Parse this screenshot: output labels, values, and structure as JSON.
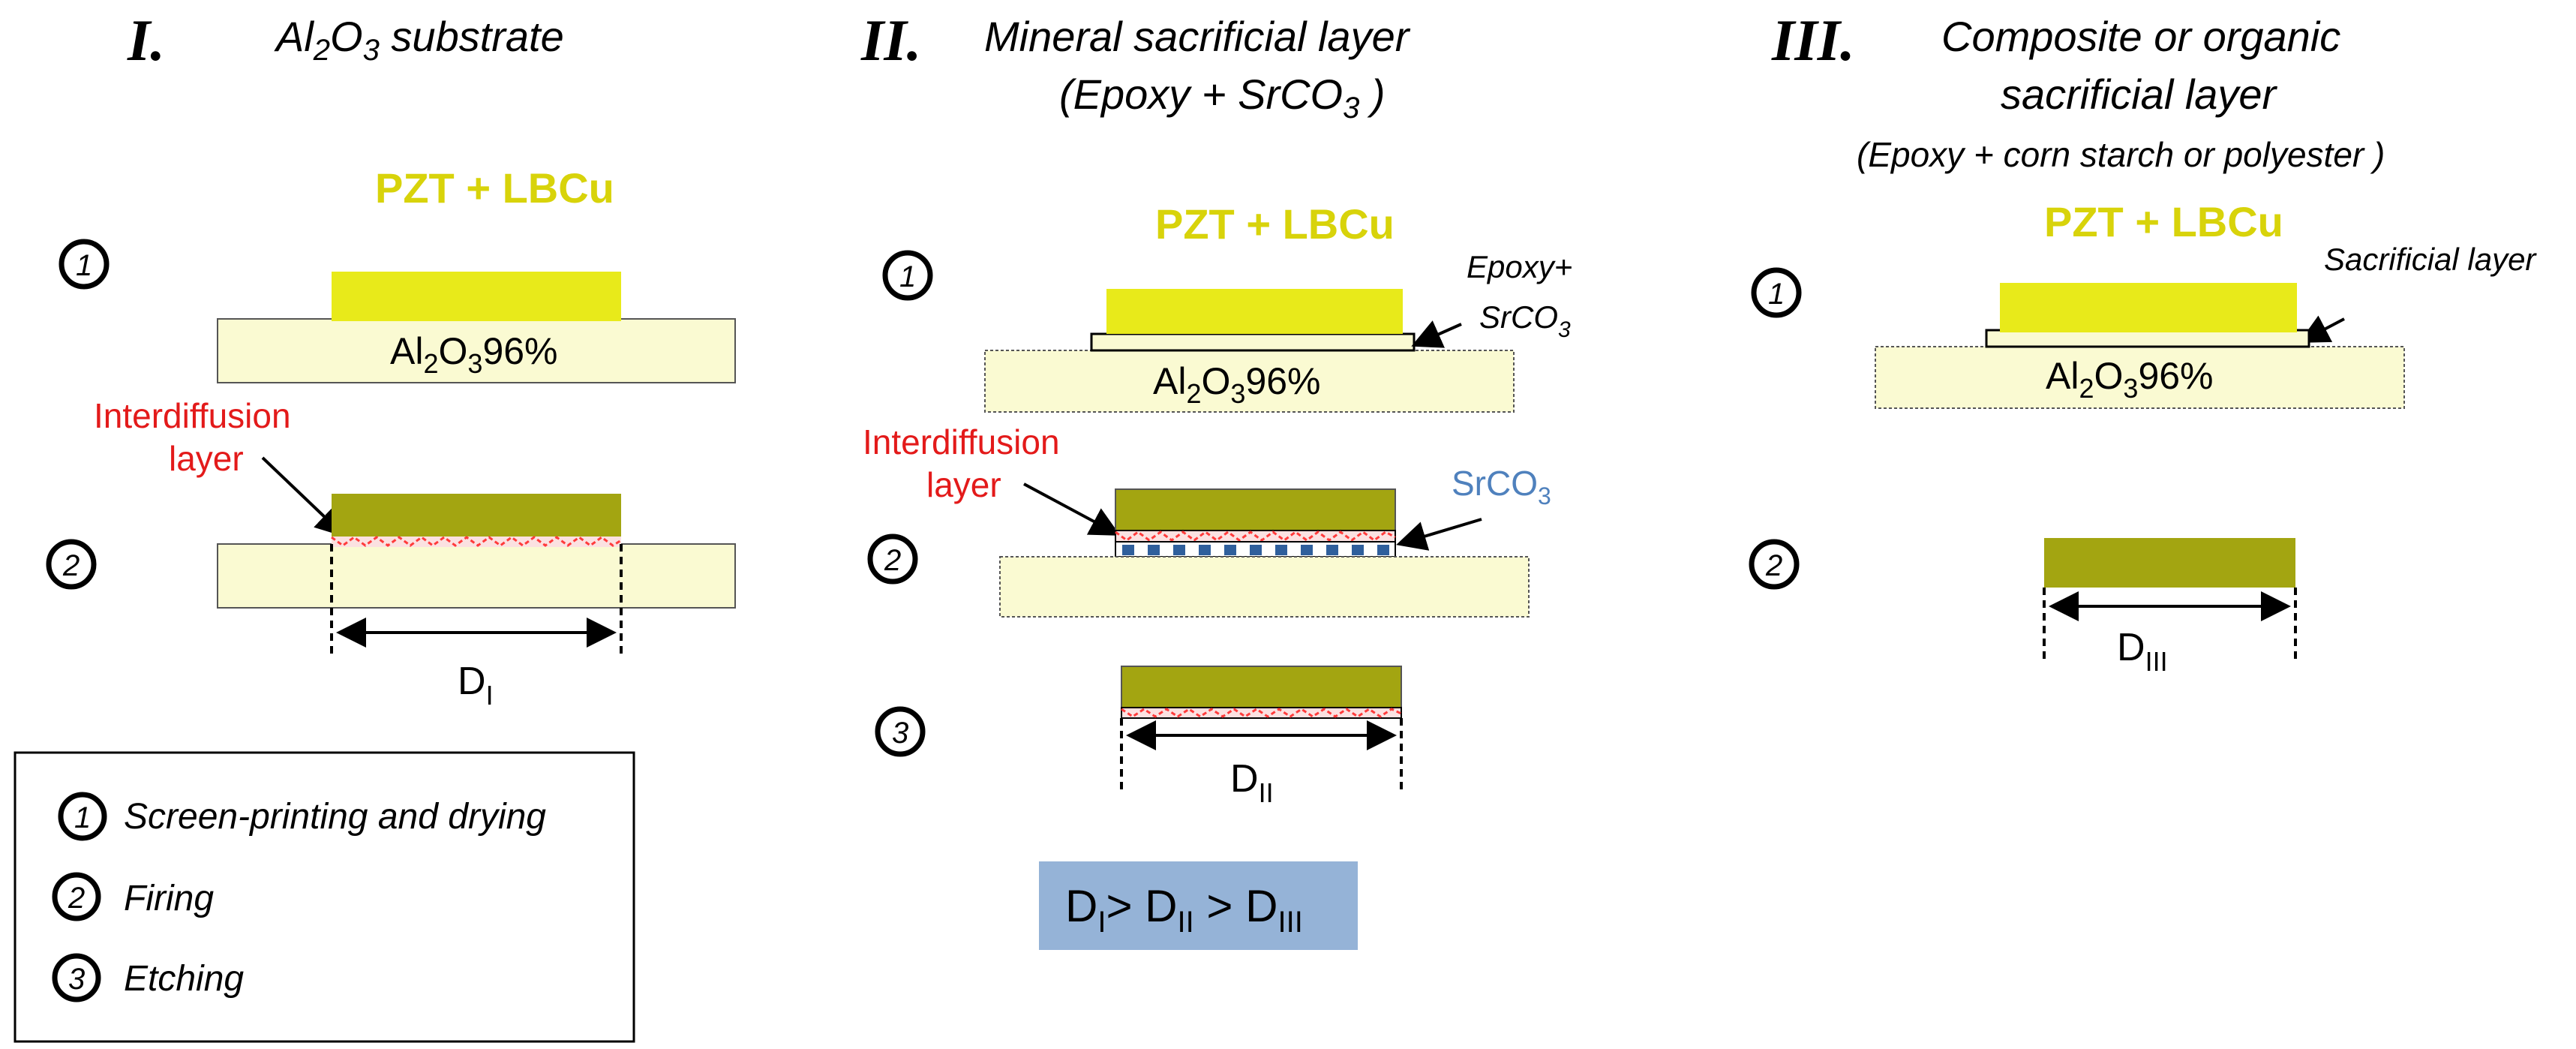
{
  "colors": {
    "pzt_green_dried": "#e8ea1a",
    "pzt_olive_fired": "#a3a511",
    "substrate": "#fafad2",
    "interdiffusion": "#ff3b3b",
    "srco3": "#2f5f9c",
    "label_yellow": "#d8d30a",
    "label_red": "#e31a1a",
    "label_blue": "#4f81bd",
    "ratio_box": "#95b3d7"
  },
  "columns": {
    "c1": {
      "roman": "I.",
      "title_pre": "Al",
      "title_sub1": "2",
      "title_mid": "O",
      "title_sub2": "3",
      "title_post": " substrate"
    },
    "c2": {
      "roman": "II.",
      "title_line1": "Mineral sacrificial layer",
      "title_line2_pre": "(Epoxy + SrCO",
      "title_line2_sub": "3",
      "title_line2_post": " )"
    },
    "c3": {
      "roman": "III.",
      "title_line1": "Composite or organic",
      "title_line2": "sacrificial layer",
      "subtitle": "(Epoxy + corn starch or polyester )"
    }
  },
  "labels": {
    "pzt_lbcu": "PZT + LBCu",
    "substrate_pre": "Al",
    "substrate_sub1": "2",
    "substrate_mid": "O",
    "substrate_sub2": "3",
    "substrate_post": "96%",
    "interdiffusion_line1": "Interdiffusion",
    "interdiffusion_line2": "layer",
    "epoxy_line1": "Epoxy+",
    "epoxy_line2_pre": "SrCO",
    "epoxy_line2_sub": "3",
    "srco3_pre": "SrCO",
    "srco3_sub": "3",
    "sacrificial_layer": "Sacrificial layer",
    "d_main": "D",
    "d1_sub": "I",
    "d2_sub": "II",
    "d3_sub": "III"
  },
  "step_numbers": {
    "one": "1",
    "two": "2",
    "three": "3"
  },
  "legend": {
    "steps": [
      {
        "num": "1",
        "text": "Screen-printing and drying"
      },
      {
        "num": "2",
        "text": "Firing"
      },
      {
        "num": "3",
        "text": "Etching"
      }
    ]
  },
  "ratio": {
    "d": "D",
    "s1": "I",
    "gt1": "> D",
    "s2": "II",
    "gt2": " > D",
    "s3": "III"
  }
}
